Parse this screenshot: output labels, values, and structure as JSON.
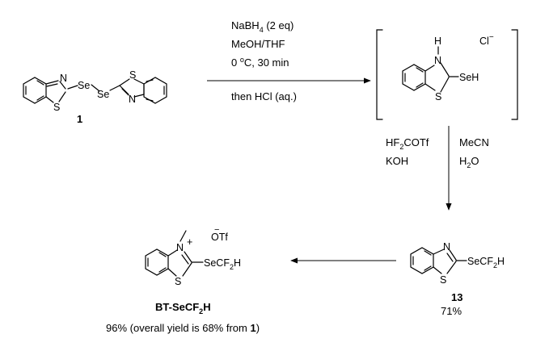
{
  "reagents_top": {
    "line1": {
      "pre": "NaBH",
      "sub": "4",
      "post": " (2 eq)"
    },
    "line2": "MeOH/THF",
    "line3": {
      "pre": "0 ",
      "sup": "o",
      "post": "C, 30 min"
    },
    "line4": "then HCl (aq.)"
  },
  "reagents_down": {
    "left1": {
      "pre": "HF",
      "sub": "2",
      "post": "COTf"
    },
    "left2": "KOH",
    "right1": "MeCN",
    "right2": {
      "pre": "H",
      "sub": "2",
      "post": "O"
    }
  },
  "compound1": {
    "label": "1",
    "se1": "Se",
    "se2": "Se"
  },
  "intermediate": {
    "h": "H",
    "n": "N",
    "s": "S",
    "seh": "SeH",
    "counterion": {
      "pre": "Cl",
      "sup": "−"
    }
  },
  "compound13": {
    "label": "13",
    "yield": "71%",
    "n": "N",
    "s": "S",
    "group": {
      "pre": "SeCF",
      "sub": "2",
      "post": "H"
    }
  },
  "product": {
    "name": {
      "pre": "BT-SeCF",
      "sub": "2",
      "post": "H"
    },
    "counterion": {
      "sup": "−",
      "post": "OTf"
    },
    "n": "N",
    "charge": "+",
    "s": "S",
    "group": {
      "pre": "SeCF",
      "sub": "2",
      "post": "H"
    },
    "yield_note": {
      "pre": "96% (overall yield is 68% from ",
      "ref": "1",
      "post": ")"
    }
  }
}
